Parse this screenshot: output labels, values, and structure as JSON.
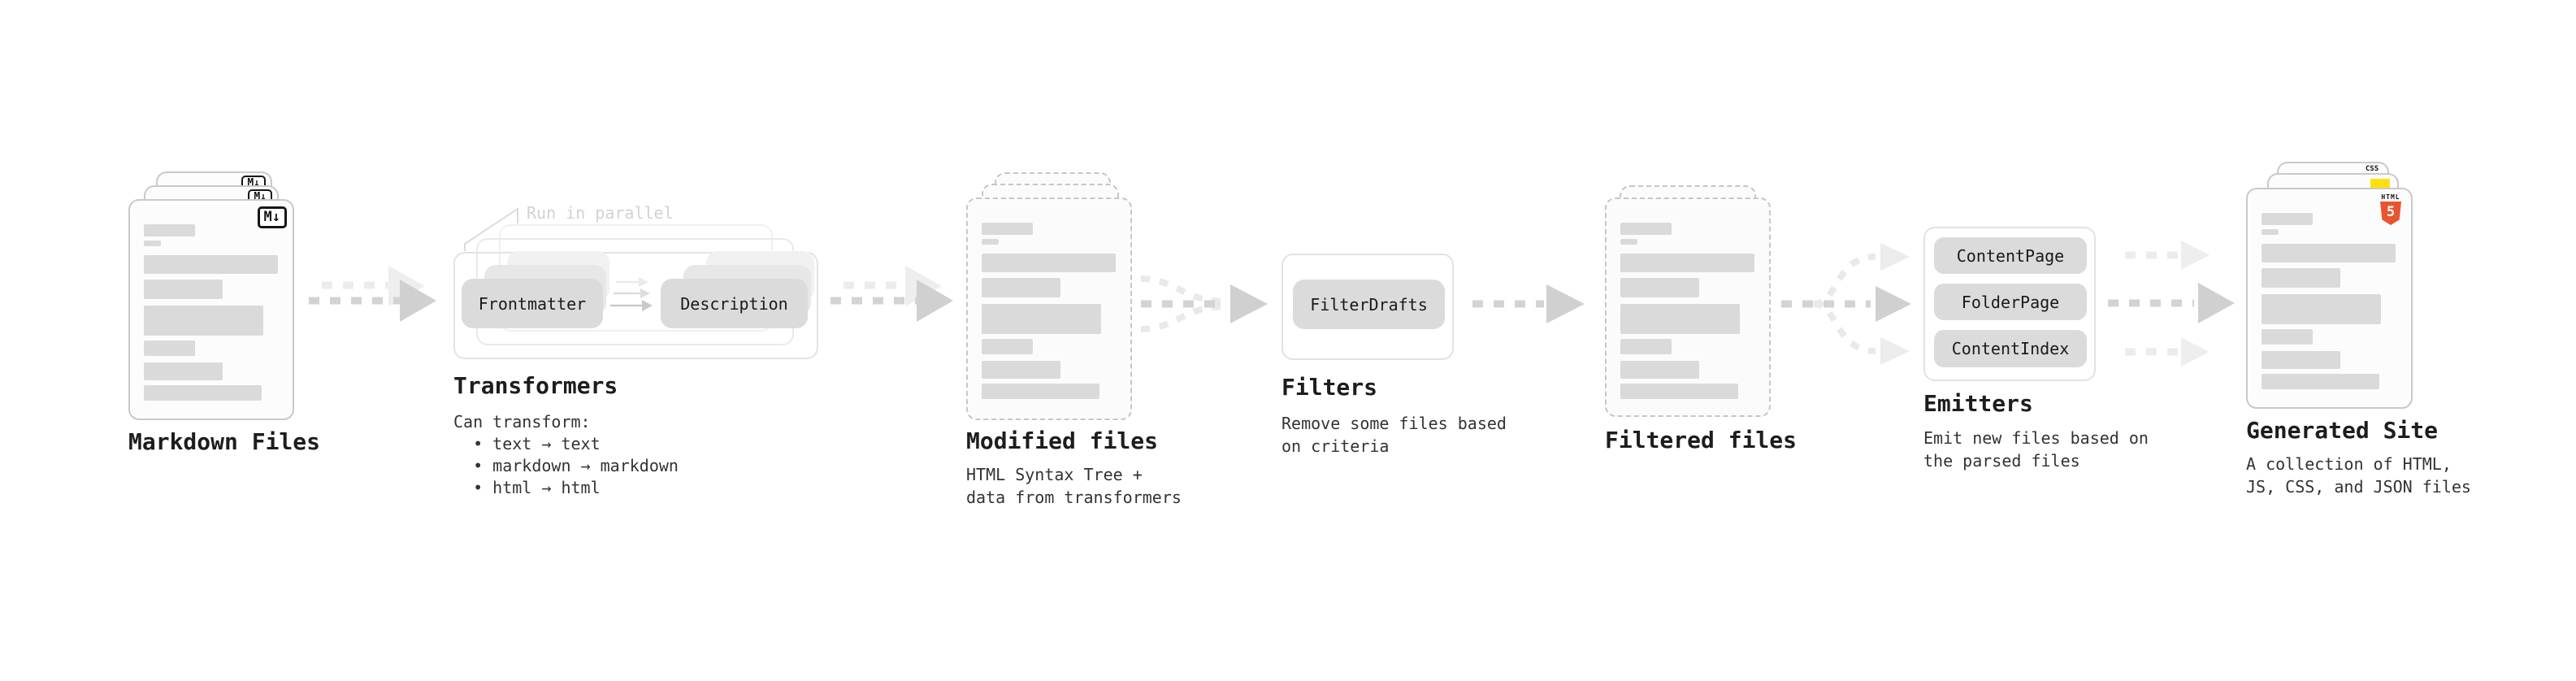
{
  "stages": {
    "markdown_files": {
      "label": "Markdown Files",
      "badge": "M↓"
    },
    "transformers": {
      "label": "Transformers",
      "annotation": "Run in parallel",
      "nodes": [
        "Frontmatter",
        "Description"
      ],
      "description": [
        "Can transform:",
        "  • text → text",
        "  • markdown → markdown",
        "  • html → html"
      ]
    },
    "modified_files": {
      "label": "Modified files",
      "description": [
        "HTML Syntax Tree +",
        "data from transformers"
      ]
    },
    "filters": {
      "label": "Filters",
      "nodes": [
        "FilterDrafts"
      ],
      "description": [
        "Remove some files based",
        "on criteria"
      ]
    },
    "filtered_files": {
      "label": "Filtered files"
    },
    "emitters": {
      "label": "Emitters",
      "nodes": [
        "ContentPage",
        "FolderPage",
        "ContentIndex"
      ],
      "description": [
        "Emit new files based on",
        "the parsed files"
      ]
    },
    "generated_site": {
      "label": "Generated Site",
      "description": [
        "A collection of HTML,",
        "JS, CSS, and JSON files"
      ],
      "badges": {
        "css_label": "CSS",
        "html_label": "HTML",
        "html5_numeral": "5"
      }
    }
  },
  "colors": {
    "arrow_dark": "#d2d2d2",
    "arrow_light": "#ececec",
    "card_border": "#c9c9c9",
    "bar_fill": "#dadada",
    "pill_fill": "#dbdbdb",
    "annotation": "#d2d2d2",
    "html5_orange": "#e8552e",
    "js_yellow": "#ffdf10",
    "css_blue": "#2e6fe0"
  }
}
